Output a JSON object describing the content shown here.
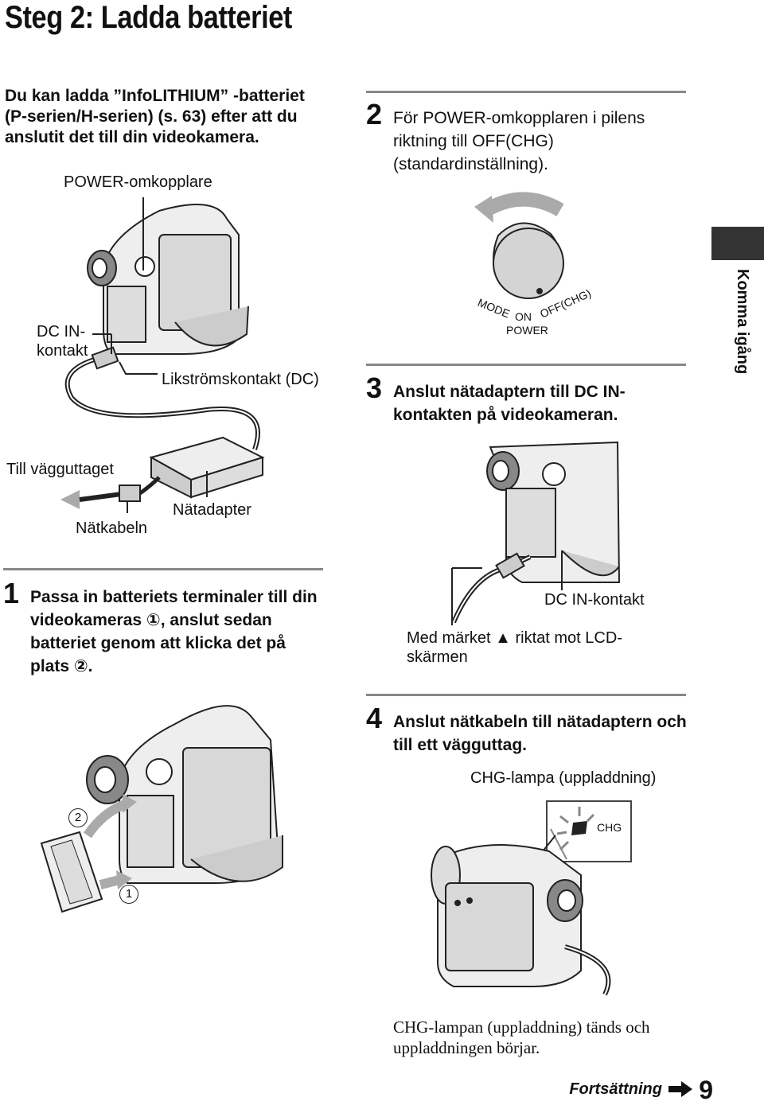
{
  "page": {
    "title": "Steg 2: Ladda batteriet",
    "intro": "Du kan ladda ”InfoLITHIUM” -batteriet (P-serien/H-serien) (s. 63) efter att du anslutit det till din videokamera.",
    "side_tab": "Komma igång",
    "page_number": "9",
    "continuation": "Fortsättning"
  },
  "labels": {
    "power_switch": "POWER-omkopplare",
    "dc_in_jack": "DC IN-\nkontakt",
    "dc_plug": "Likströmskontakt (DC)",
    "wall_outlet": "Till vägguttaget",
    "ac_adaptor": "Nätadapter",
    "power_cord": "Nätkabeln",
    "dc_in_jack2": "DC IN-kontakt",
    "mark_note": "Med märket ▲ riktat mot LCD-\nskärmen",
    "chg_lamp": "CHG-lampa (uppladdning)",
    "chg_small": "CHG",
    "callout1": "1",
    "callout2": "2",
    "dial_mode": "MODE",
    "dial_on": "ON",
    "dial_off": "OFF(CHG)",
    "dial_power": "POWER"
  },
  "steps": [
    {
      "num": "1",
      "text": "Passa in batteriets terminaler till din videokameras ①, anslut sedan batteriet genom att klicka det på plats ②."
    },
    {
      "num": "2",
      "text": "För POWER-omkopplaren i pilens riktning till OFF(CHG) (standardinställning)."
    },
    {
      "num": "3",
      "text": "Anslut nätadaptern till DC IN-kontakten på videokameran."
    },
    {
      "num": "4",
      "text": "Anslut nätkabeln till nätadaptern och till ett vägguttag."
    }
  ],
  "result_text": "CHG-lampan (uppladdning) tänds och uppladdningen börjar.",
  "colors": {
    "rule": "#888888",
    "tab": "#333333",
    "ink": "#111111"
  }
}
